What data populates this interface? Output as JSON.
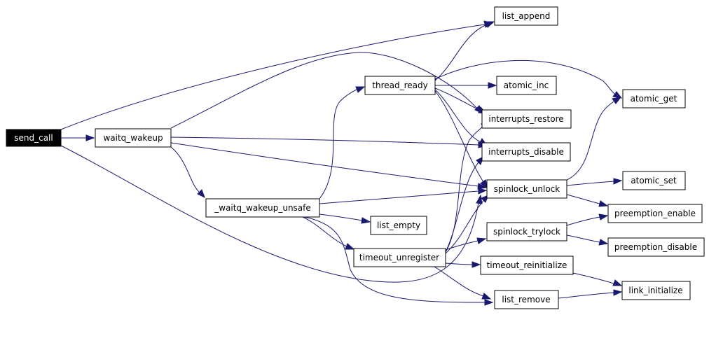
{
  "graph": {
    "nodes": {
      "send_call": "send_call",
      "waitq_wakeup": "waitq_wakeup",
      "_waitq_wakeup_unsafe": "_waitq_wakeup_unsafe",
      "thread_ready": "thread_ready",
      "timeout_unregister": "timeout_unregister",
      "list_empty": "list_empty",
      "list_append": "list_append",
      "atomic_inc": "atomic_inc",
      "interrupts_restore": "interrupts_restore",
      "interrupts_disable": "interrupts_disable",
      "spinlock_unlock": "spinlock_unlock",
      "spinlock_trylock": "spinlock_trylock",
      "timeout_reinitialize": "timeout_reinitialize",
      "list_remove": "list_remove",
      "atomic_get": "atomic_get",
      "atomic_set": "atomic_set",
      "preemption_enable": "preemption_enable",
      "preemption_disable": "preemption_disable",
      "link_initialize": "link_initialize"
    },
    "edges": [
      [
        "send_call",
        "waitq_wakeup"
      ],
      [
        "send_call",
        "list_append"
      ],
      [
        "send_call",
        "spinlock_unlock"
      ],
      [
        "waitq_wakeup",
        "interrupts_restore"
      ],
      [
        "waitq_wakeup",
        "interrupts_disable"
      ],
      [
        "waitq_wakeup",
        "spinlock_unlock"
      ],
      [
        "waitq_wakeup",
        "_waitq_wakeup_unsafe"
      ],
      [
        "_waitq_wakeup_unsafe",
        "thread_ready"
      ],
      [
        "_waitq_wakeup_unsafe",
        "spinlock_unlock"
      ],
      [
        "_waitq_wakeup_unsafe",
        "list_empty"
      ],
      [
        "_waitq_wakeup_unsafe",
        "timeout_unregister"
      ],
      [
        "_waitq_wakeup_unsafe",
        "list_remove"
      ],
      [
        "thread_ready",
        "list_append"
      ],
      [
        "thread_ready",
        "atomic_inc"
      ],
      [
        "thread_ready",
        "atomic_get"
      ],
      [
        "thread_ready",
        "interrupts_restore"
      ],
      [
        "thread_ready",
        "interrupts_disable"
      ],
      [
        "thread_ready",
        "spinlock_unlock"
      ],
      [
        "timeout_unregister",
        "interrupts_restore"
      ],
      [
        "timeout_unregister",
        "interrupts_disable"
      ],
      [
        "timeout_unregister",
        "spinlock_unlock"
      ],
      [
        "timeout_unregister",
        "spinlock_trylock"
      ],
      [
        "timeout_unregister",
        "timeout_reinitialize"
      ],
      [
        "timeout_unregister",
        "list_remove"
      ],
      [
        "spinlock_unlock",
        "atomic_get"
      ],
      [
        "spinlock_unlock",
        "atomic_set"
      ],
      [
        "spinlock_unlock",
        "preemption_enable"
      ],
      [
        "spinlock_trylock",
        "preemption_enable"
      ],
      [
        "spinlock_trylock",
        "preemption_disable"
      ],
      [
        "timeout_reinitialize",
        "link_initialize"
      ],
      [
        "list_remove",
        "link_initialize"
      ]
    ],
    "colors": {
      "edge": "#191970",
      "root_fill": "#000000",
      "root_text": "#ffffff",
      "node_border": "#000000",
      "background": "#ffffff"
    }
  }
}
